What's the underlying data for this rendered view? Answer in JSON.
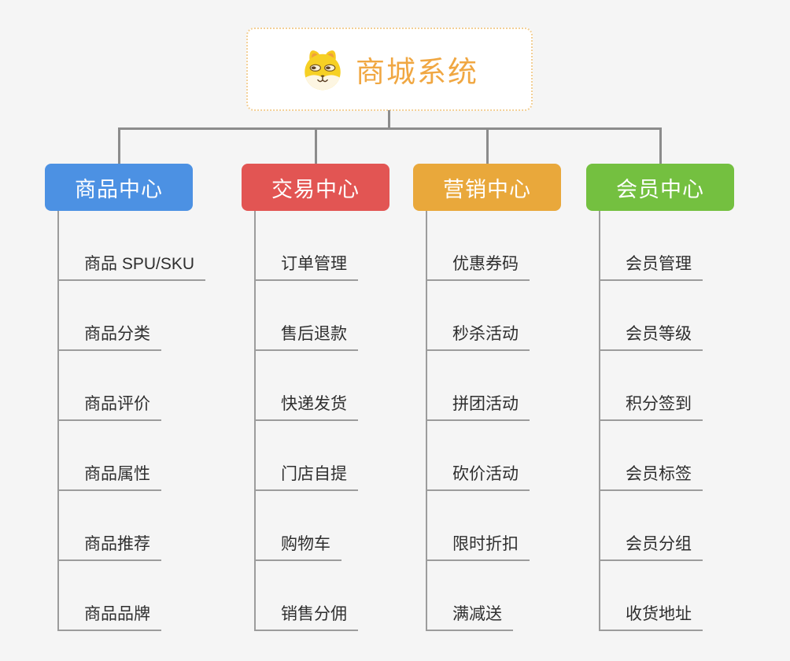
{
  "root": {
    "label": "商城系统",
    "icon": "dog-face-icon",
    "text_color": "#f0a742",
    "border_color": "#f2cf96",
    "background": "#ffffff"
  },
  "page_background": "#f5f5f5",
  "connector_color": "#8c8c8c",
  "sub_line_color": "#9c9c9c",
  "item_text_color": "#2f2f2f",
  "branches": [
    {
      "label": "商品中心",
      "color": "#4c91e3",
      "items": [
        "商品 SPU/SKU",
        "商品分类",
        "商品评价",
        "商品属性",
        "商品推荐",
        "商品品牌"
      ]
    },
    {
      "label": "交易中心",
      "color": "#e25553",
      "items": [
        "订单管理",
        "售后退款",
        "快递发货",
        "门店自提",
        "购物车",
        "销售分佣"
      ]
    },
    {
      "label": "营销中心",
      "color": "#e9a83b",
      "items": [
        "优惠券码",
        "秒杀活动",
        "拼团活动",
        "砍价活动",
        "限时折扣",
        "满减送"
      ]
    },
    {
      "label": "会员中心",
      "color": "#74c040",
      "items": [
        "会员管理",
        "会员等级",
        "积分签到",
        "会员标签",
        "会员分组",
        "收货地址"
      ]
    }
  ]
}
